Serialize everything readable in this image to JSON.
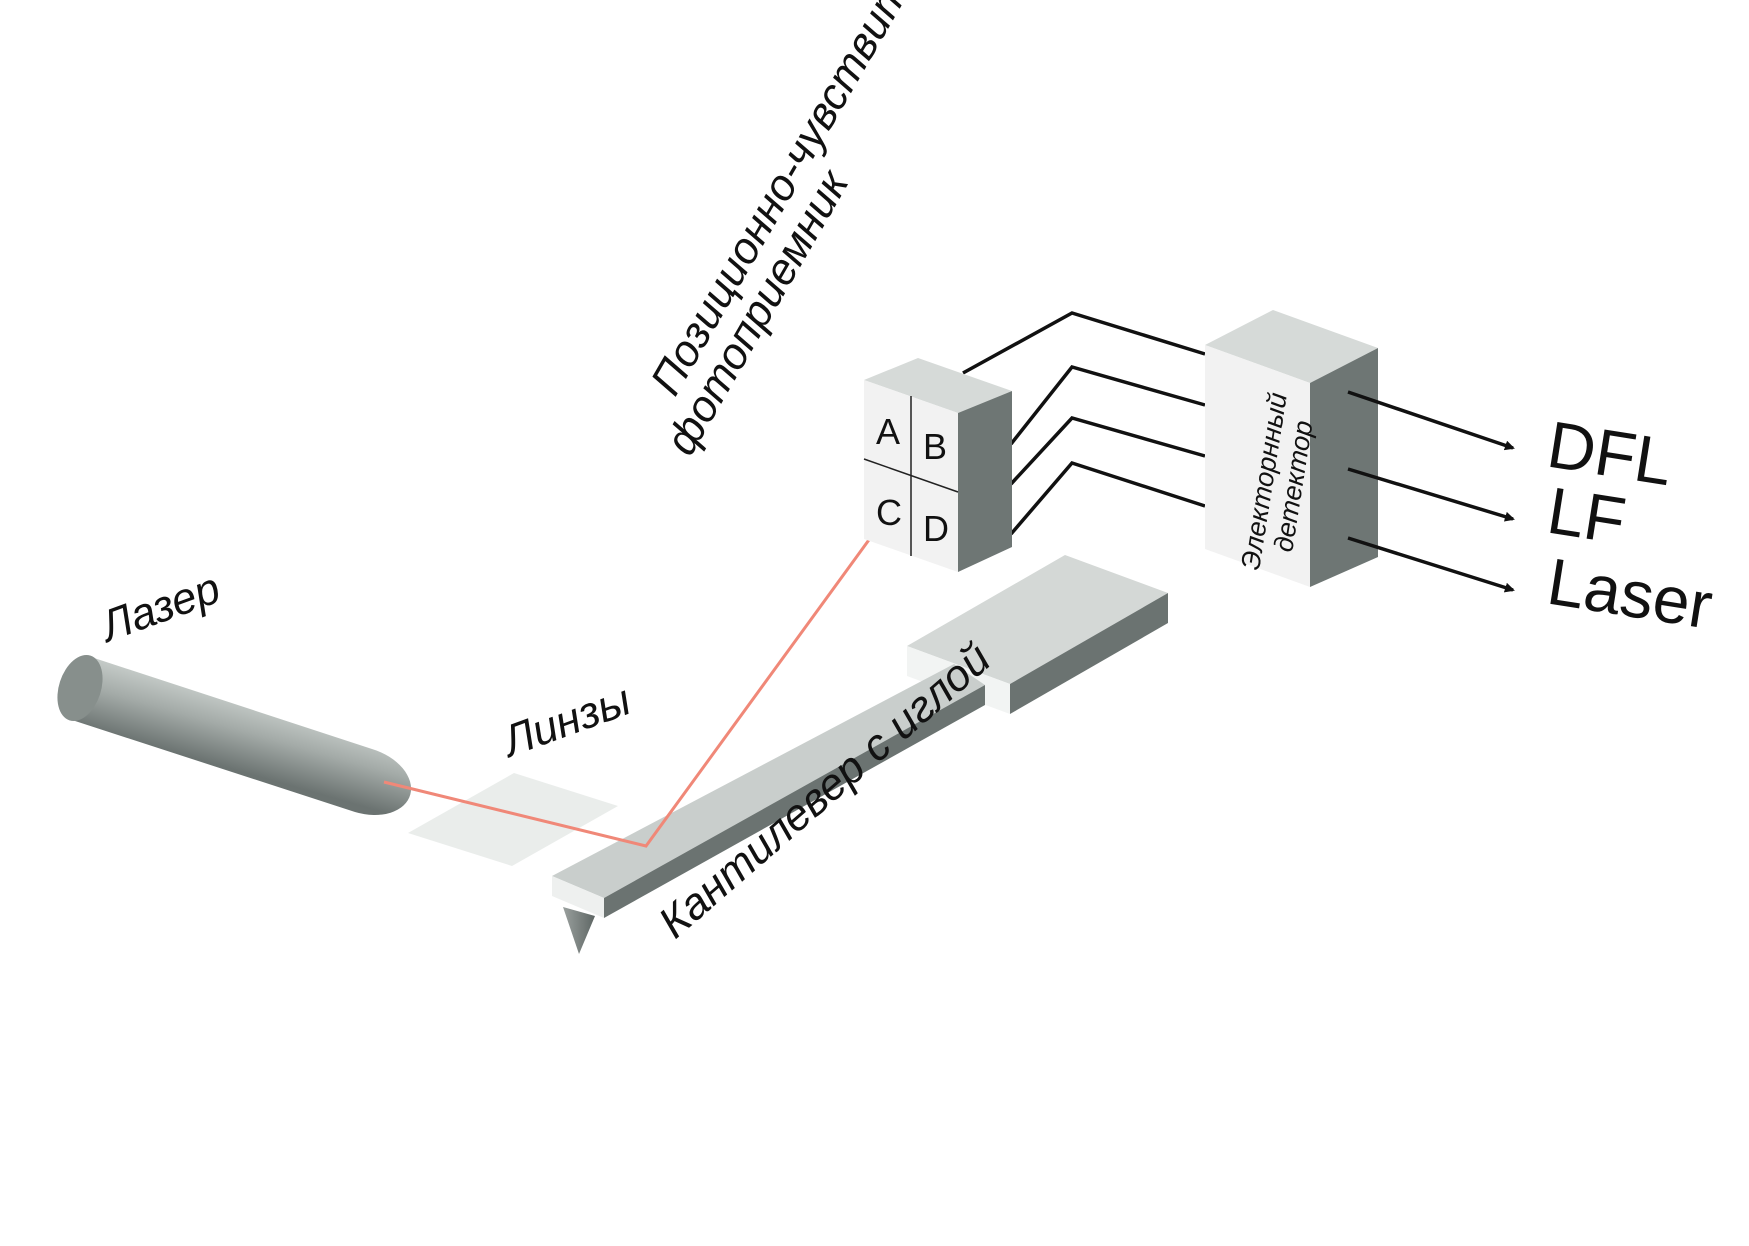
{
  "labels": {
    "laser": "Лазер",
    "lenses": "Линзы",
    "cantilever": "Кантилевер с иглой",
    "photodetector_line1": "Позиционно-чувствитльный",
    "photodetector_line2": "фотоприемник",
    "detector_line1": "Электорнный",
    "detector_line2": "детектор"
  },
  "quadrants": [
    "A",
    "B",
    "C",
    "D"
  ],
  "outputs": [
    "DFL",
    "LF",
    "Laser"
  ],
  "colors": {
    "beam": "#f08878",
    "box_front": "#f2f2f2",
    "box_top": "#d6dad8",
    "box_side": "#6e7674",
    "lens": "#e6eae8",
    "wire": "#111111"
  }
}
